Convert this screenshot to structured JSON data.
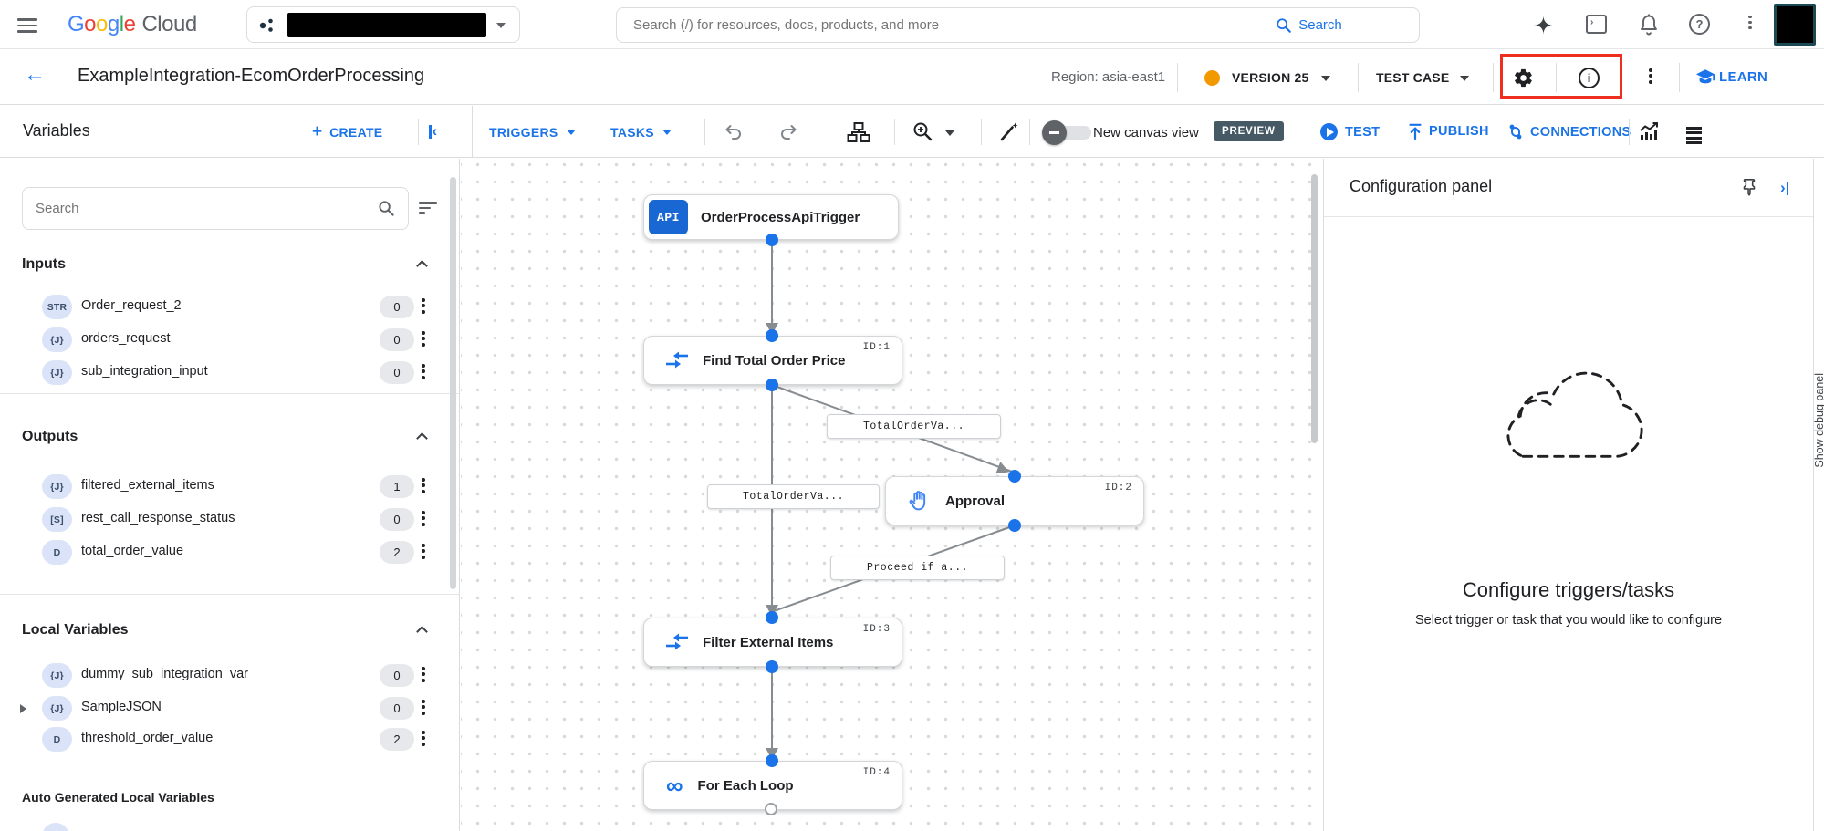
{
  "header": {
    "logo_google": "Google",
    "logo_cloud": "Cloud",
    "search_placeholder": "Search (/) for resources, docs, products, and more",
    "search_button": "Search"
  },
  "title_bar": {
    "title": "ExampleIntegration-EcomOrderProcessing",
    "region_label": "Region: asia-east1",
    "version_label": "VERSION 25",
    "test_case_label": "TEST CASE",
    "learn_label": "LEARN"
  },
  "toolbar": {
    "variables_title": "Variables",
    "create_label": "CREATE",
    "triggers_label": "TRIGGERS",
    "tasks_label": "TASKS",
    "canvas_toggle_label": "New canvas view",
    "preview_badge": "PREVIEW",
    "test_label": "TEST",
    "publish_label": "PUBLISH",
    "connections_label": "CONNECTIONS"
  },
  "sidebar": {
    "search_placeholder": "Search",
    "inputs": {
      "title": "Inputs",
      "items": [
        {
          "type": "STR",
          "name": "Order_request_2",
          "count": "0"
        },
        {
          "type": "{J}",
          "name": "orders_request",
          "count": "0"
        },
        {
          "type": "{J}",
          "name": "sub_integration_input",
          "count": "0"
        }
      ]
    },
    "outputs": {
      "title": "Outputs",
      "items": [
        {
          "type": "{J}",
          "name": "filtered_external_items",
          "count": "1"
        },
        {
          "type": "[S]",
          "name": "rest_call_response_status",
          "count": "0"
        },
        {
          "type": "D",
          "name": "total_order_value",
          "count": "2"
        }
      ]
    },
    "locals": {
      "title": "Local Variables",
      "items": [
        {
          "type": "{J}",
          "name": "dummy_sub_integration_var",
          "count": "0"
        },
        {
          "type": "{J}",
          "name": "SampleJSON",
          "count": "0"
        },
        {
          "type": "D",
          "name": "threshold_order_value",
          "count": "2"
        }
      ]
    },
    "auto_generated_title": "Auto Generated Local Variables"
  },
  "canvas": {
    "nodes": [
      {
        "id": "",
        "badge": "API",
        "label": "OrderProcessApiTrigger"
      },
      {
        "id": "ID:1",
        "label": "Find Total Order Price"
      },
      {
        "id": "ID:2",
        "label": "Approval"
      },
      {
        "id": "ID:3",
        "label": "Filter External Items"
      },
      {
        "id": "ID:4",
        "label": "For Each Loop"
      }
    ],
    "edge_labels": [
      "TotalOrderVa...",
      "TotalOrderVa...",
      "Proceed if a..."
    ]
  },
  "config_panel": {
    "title": "Configuration panel",
    "empty_title": "Configure triggers/tasks",
    "empty_subtitle": "Select trigger or task that you would like to configure"
  },
  "debug_panel_label": "Show debug panel",
  "colors": {
    "accent_blue": "#1a73e8",
    "highlight_red": "#ee2f1f",
    "version_dot_orange": "#f29900",
    "preview_badge_bg": "#455a64",
    "node_port_blue": "#1a73e8"
  }
}
